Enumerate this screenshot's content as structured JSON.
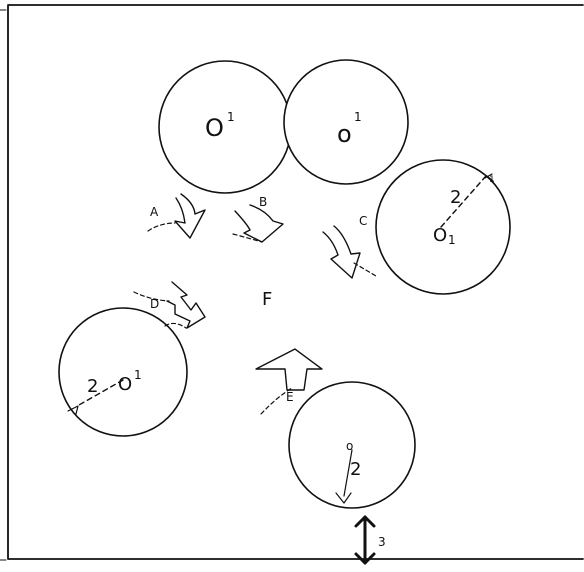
{
  "diagram": {
    "circles": [
      {
        "id": "top-left",
        "label": "O",
        "superscript": "1"
      },
      {
        "id": "top-middle",
        "label": "o",
        "superscript": "1"
      },
      {
        "id": "right",
        "label": "O",
        "subscript": "1",
        "radius_label": "2",
        "tick_label": "1"
      },
      {
        "id": "left",
        "label": "O",
        "superscript": "1",
        "radius_label": "2"
      },
      {
        "id": "bottom",
        "label": "o",
        "radius_label": "2"
      }
    ],
    "arrows": {
      "a": "A",
      "b": "B",
      "c": "C",
      "d": "D",
      "e": "E"
    },
    "center_label": "F",
    "motion_label": "3"
  }
}
